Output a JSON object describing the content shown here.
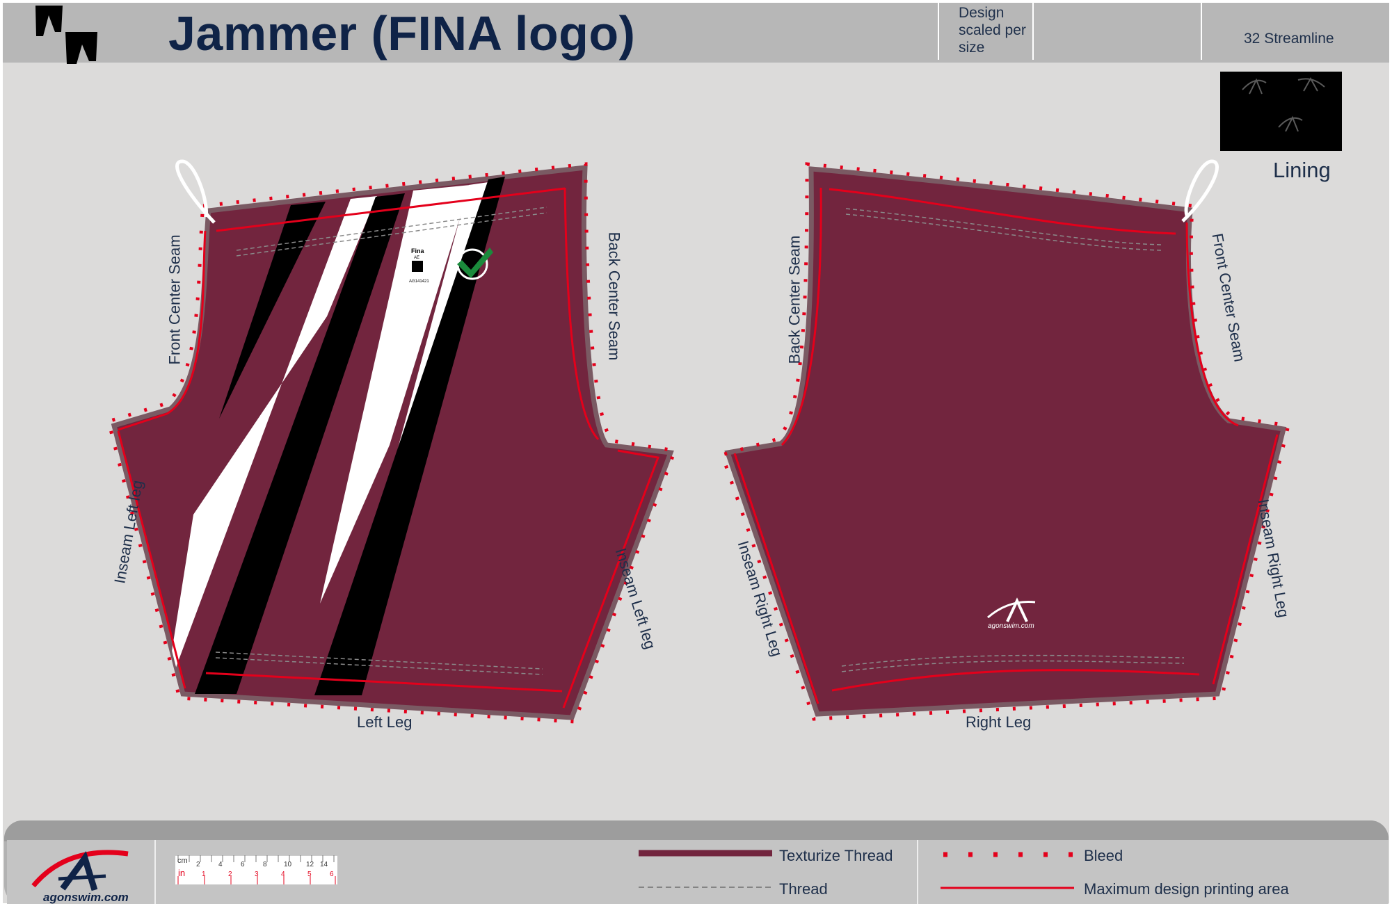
{
  "header": {
    "title": "Jammer (FINA logo)",
    "design_note": "Design scaled per size",
    "model": "32 Streamline"
  },
  "lining": {
    "label": "Lining"
  },
  "panels": {
    "left": {
      "front_center_seam": "Front Center Seam",
      "back_center_seam": "Back Center Seam",
      "inseam_left_leg_a": "Inseam Left leg",
      "inseam_left_leg_b": "Inseam Left leg",
      "leg": "Left Leg",
      "fina_text": "Fina",
      "fina_code": "AE",
      "fina_serial": "AG141421"
    },
    "right": {
      "back_center_seam": "Back Center Seam",
      "front_center_seam": "Front Center Seam",
      "inseam_right_leg_a": "Inseam Right Leg",
      "inseam_right_leg_b": "Inseam Right Leg",
      "leg": "Right Leg",
      "logo_text": "agonswim.com"
    }
  },
  "footer": {
    "logo_text": "agonswim.com",
    "ruler": {
      "cm_label": "cm",
      "in_label": "in",
      "cm_ticks": [
        "2",
        "4",
        "6",
        "8",
        "10",
        "12",
        "14"
      ],
      "in_ticks": [
        "1",
        "2",
        "3",
        "4",
        "5",
        "6"
      ]
    },
    "legend": {
      "texturize_thread": "Texturize Thread",
      "thread": "Thread",
      "bleed": "Bleed",
      "max_print_area": "Maximum design printing area"
    }
  },
  "colors": {
    "maroon": "#72253e",
    "seam_gray": "#7a5a63",
    "bleed_red": "#e4001b",
    "navy": "#0f2347",
    "fina_check": "#1b8a3c"
  }
}
